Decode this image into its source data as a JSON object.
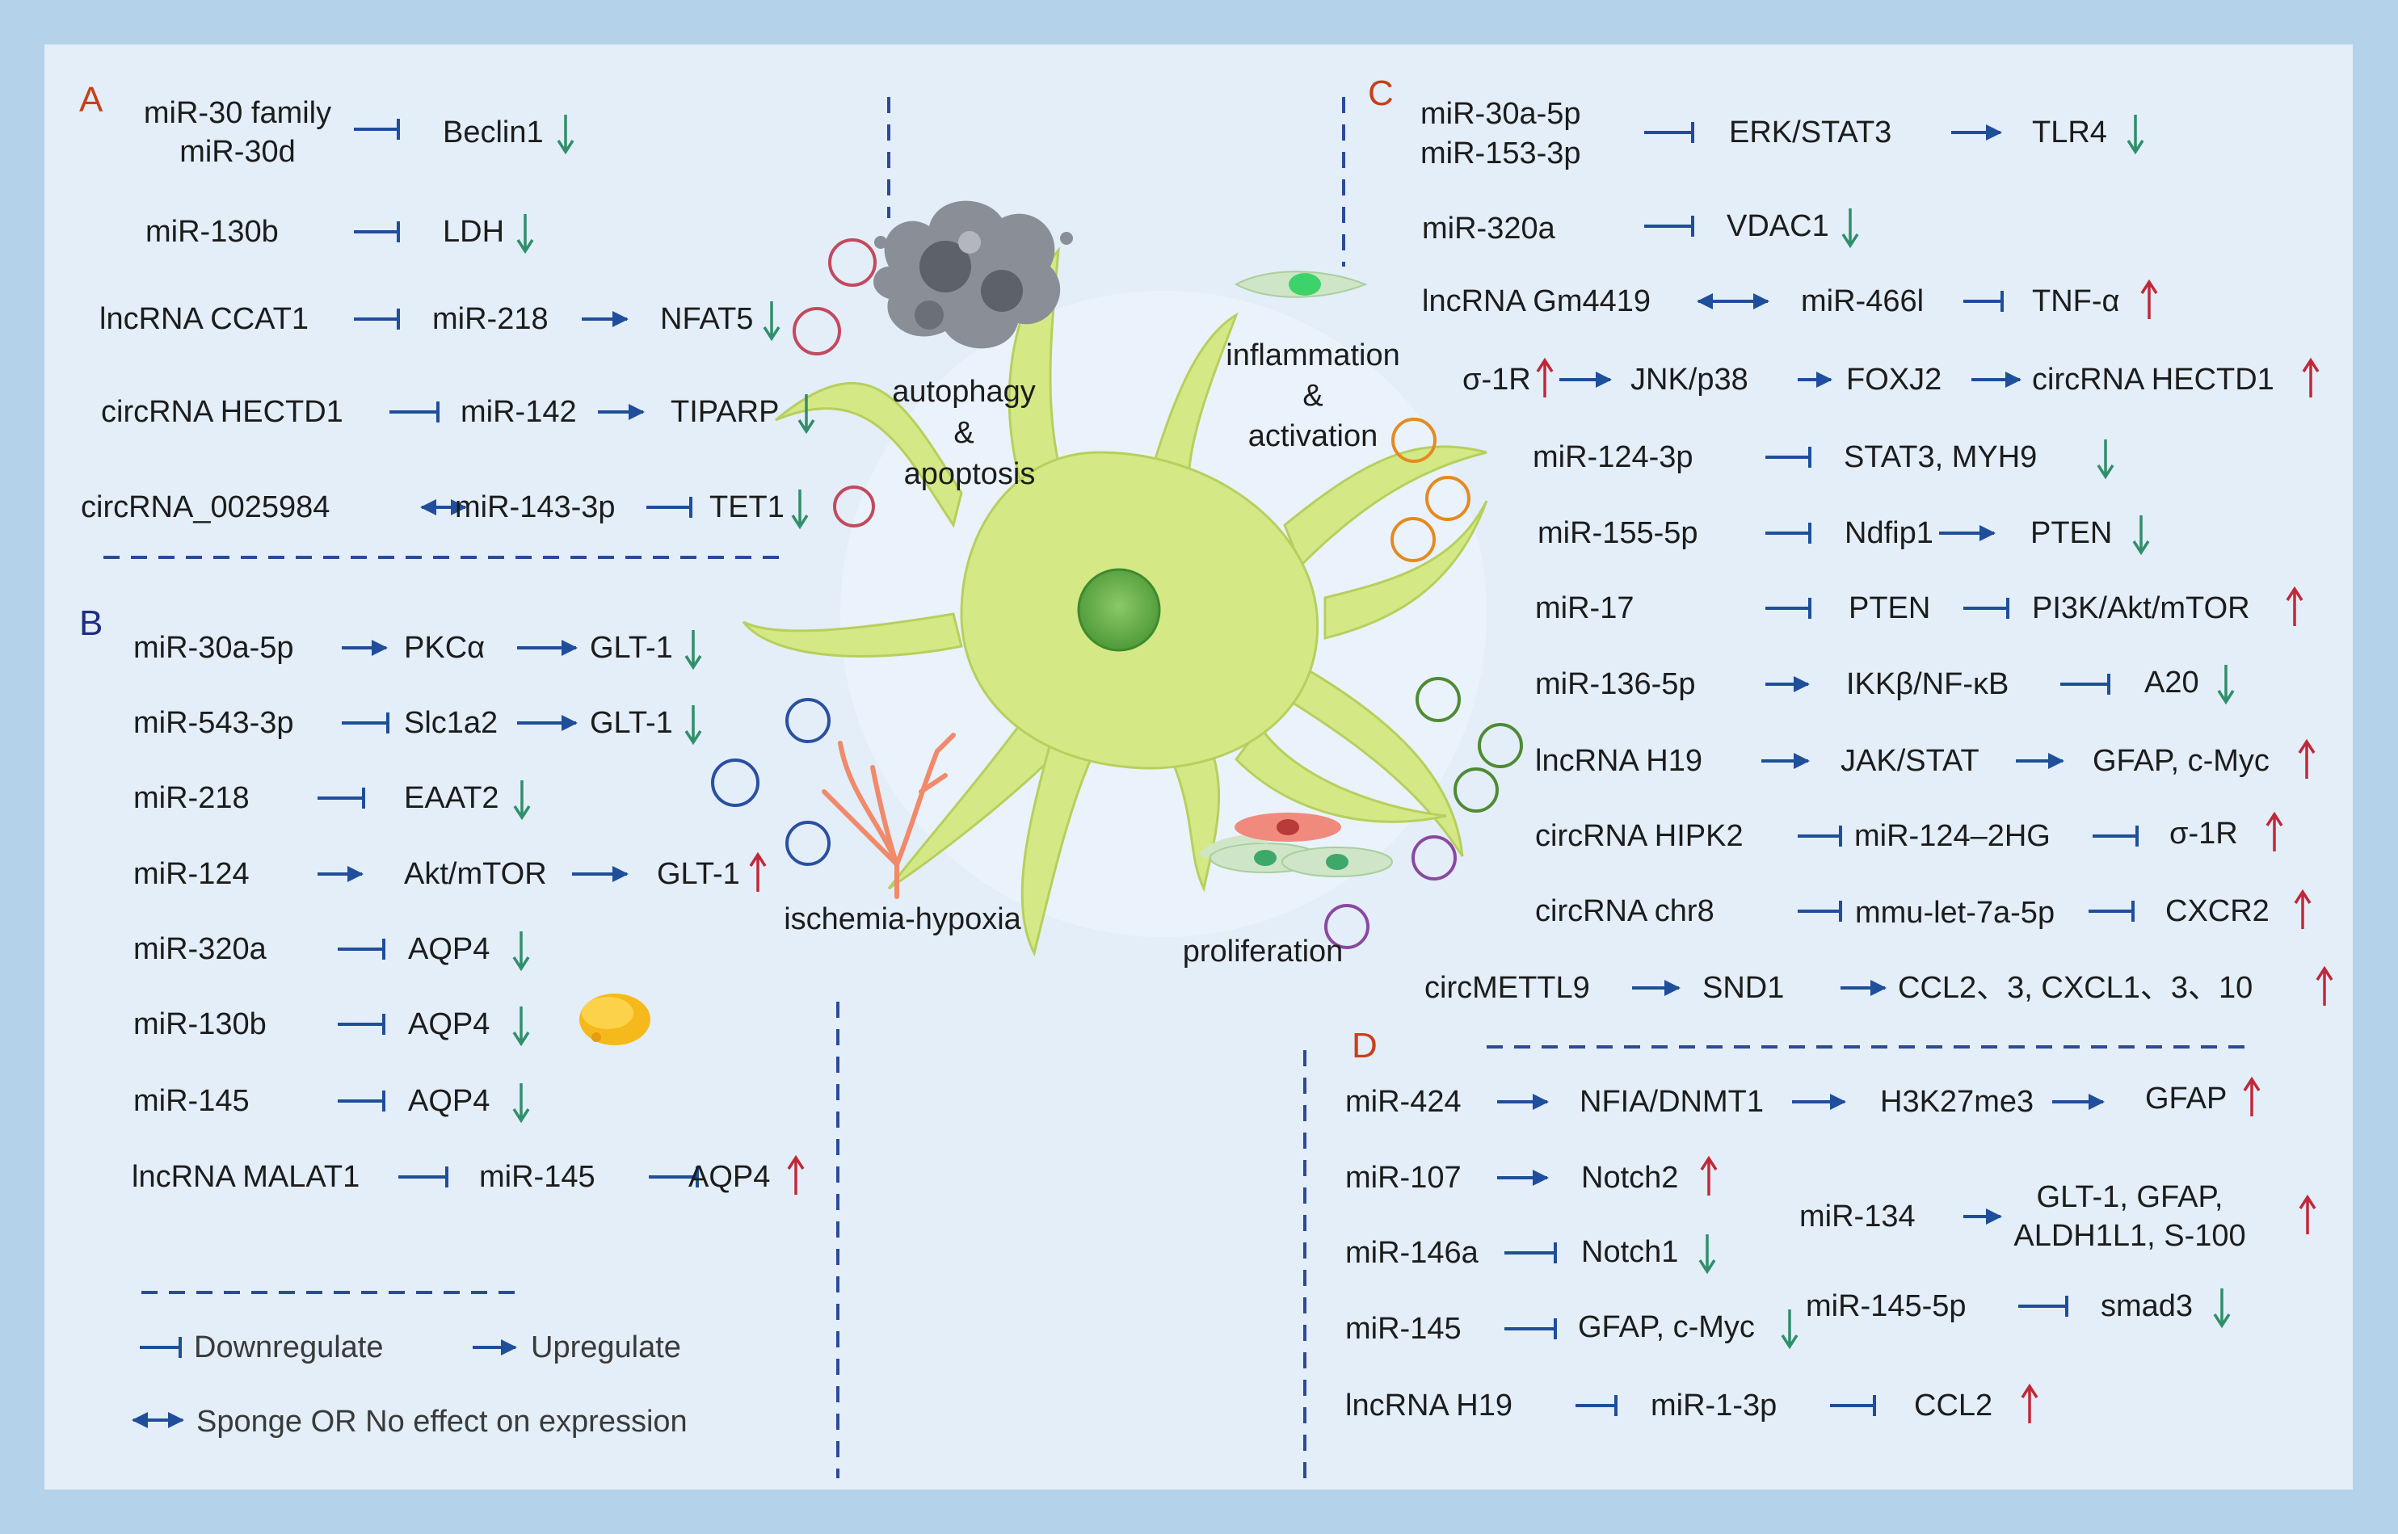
{
  "colors": {
    "frame": "#b4d3ea",
    "panel": "#e3eef8",
    "arrow": "#1f4e9a",
    "down": "#2f8f6a",
    "up": "#c0283a",
    "labelA": "#c8401a",
    "labelB": "#1e2d80",
    "labelC": "#c8401a",
    "labelD": "#c8401a"
  },
  "sections": {
    "a": "A",
    "b": "B",
    "c": "C",
    "d": "D"
  },
  "center": {
    "autophagy": "autophagy",
    "amp1": "&",
    "apoptosis": "apoptosis",
    "inflammation": "inflammation",
    "amp2": "&",
    "activation": "activation",
    "ischemia": "ischemia-hypoxia",
    "proliferation": "proliferation"
  },
  "a": {
    "r1": {
      "m1": "miR-30 family",
      "m2": "miR-30d",
      "target": "Beclin1",
      "dir": "down"
    },
    "r2": {
      "src": "miR-130b",
      "target": "LDH",
      "dir": "down"
    },
    "r3": {
      "src": "lncRNA CCAT1",
      "mid": "miR-218",
      "target": "NFAT5",
      "dir": "down"
    },
    "r4": {
      "src": "circRNA HECTD1",
      "mid": "miR-142",
      "target": "TIPARP",
      "dir": "down"
    },
    "r5": {
      "src": "circRNA_0025984",
      "mid": "miR-143-3p",
      "target": "TET1",
      "dir": "down"
    }
  },
  "b": {
    "r1": {
      "src": "miR-30a-5p",
      "mid": "PKCα",
      "target": "GLT-1",
      "dir": "down"
    },
    "r2": {
      "src": "miR-543-3p",
      "mid": "Slc1a2",
      "target": "GLT-1",
      "dir": "down"
    },
    "r3": {
      "src": "miR-218",
      "target": "EAAT2",
      "dir": "down"
    },
    "r4": {
      "src": "miR-124",
      "mid": "Akt/mTOR",
      "target": "GLT-1",
      "dir": "up"
    },
    "r5": {
      "src": "miR-320a",
      "target": "AQP4",
      "dir": "down"
    },
    "r6": {
      "src": "miR-130b",
      "target": "AQP4",
      "dir": "down"
    },
    "r7": {
      "src": "miR-145",
      "target": "AQP4",
      "dir": "down"
    },
    "r8": {
      "src": "lncRNA MALAT1",
      "mid": "miR-145",
      "target": "AQP4",
      "dir": "up"
    }
  },
  "c": {
    "r1": {
      "m1": "miR-30a-5p",
      "m2": "miR-153-3p",
      "mid": "ERK/STAT3",
      "target": "TLR4",
      "dir": "down"
    },
    "r2": {
      "src": "miR-320a",
      "target": "VDAC1",
      "dir": "down"
    },
    "r3": {
      "src": "lncRNA Gm4419",
      "mid": "miR-466l",
      "target": "TNF-α",
      "dir": "up"
    },
    "r4": {
      "src": "σ-1R",
      "a": "JNK/p38",
      "b": "FOXJ2",
      "target": "circRNA HECTD1",
      "dir": "up"
    },
    "r5": {
      "src": "miR-124-3p",
      "target": "STAT3,  MYH9",
      "dir": "down"
    },
    "r6": {
      "src": "miR-155-5p",
      "mid": "Ndfip1",
      "target": "PTEN",
      "dir": "down"
    },
    "r7": {
      "src": "miR-17",
      "mid": "PTEN",
      "target": "PI3K/Akt/mTOR",
      "dir": "up"
    },
    "r8": {
      "src": "miR-136-5p",
      "mid": "IKKβ/NF-κB",
      "target": "A20",
      "dir": "down"
    },
    "r9": {
      "src": "lncRNA H19",
      "mid": "JAK/STAT",
      "target": "GFAP, c-Myc",
      "dir": "up"
    },
    "r10": {
      "src": "circRNA HIPK2",
      "mid": "miR-124–2HG",
      "target": "σ-1R",
      "dir": "up"
    },
    "r11": {
      "src": "circRNA chr8",
      "mid": "mmu-let-7a-5p",
      "target": "CXCR2",
      "dir": "up"
    },
    "r12": {
      "src": "circMETTL9",
      "mid": "SND1",
      "target": "CCL2、3,  CXCL1、3、10",
      "dir": "up"
    }
  },
  "d": {
    "r1": {
      "src": "miR-424",
      "mid": "NFIA/DNMT1",
      "mid2": "H3K27me3",
      "target": "GFAP",
      "dir": "up"
    },
    "r2": {
      "src": "miR-107",
      "target": "Notch2",
      "dir": "up"
    },
    "r3": {
      "src": "miR-146a",
      "target": "Notch1",
      "dir": "down"
    },
    "r4": {
      "src": "miR-134",
      "t1": "GLT-1, GFAP,",
      "t2": "ALDH1L1, S-100",
      "dir": "up"
    },
    "r5": {
      "src": "miR-145",
      "target": "GFAP, c-Myc",
      "dir": "down"
    },
    "r6": {
      "src": "miR-145-5p",
      "target": "smad3",
      "dir": "down"
    },
    "r7": {
      "src": "lncRNA H19",
      "mid": "miR-1-3p",
      "target": "CCL2",
      "dir": "up"
    }
  },
  "legend": {
    "down": "Downregulate",
    "up": "Upregulate",
    "sponge": "Sponge OR No effect on expression"
  }
}
